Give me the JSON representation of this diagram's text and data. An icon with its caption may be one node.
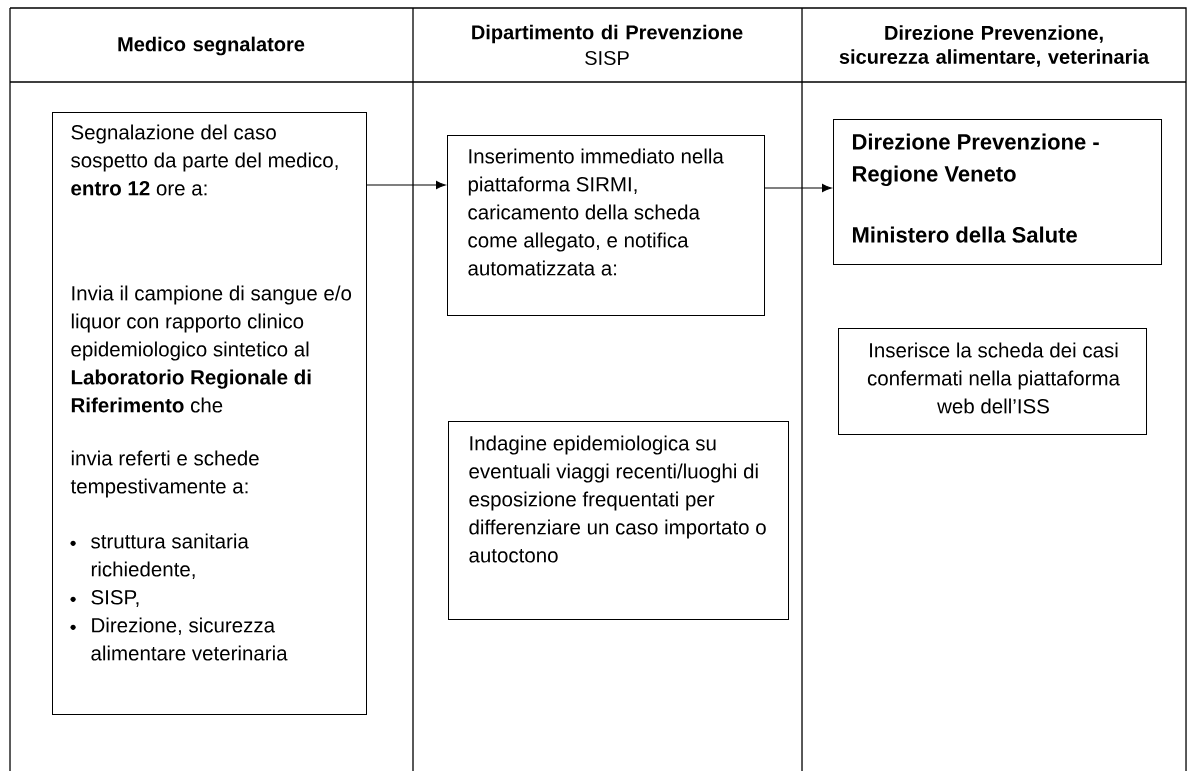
{
  "diagram": {
    "nodes": [
      {
        "text": [
          "Segnalazione del caso sospetto da parte del medico, **entro 12** ore a:",
          "Invia il campione di sangue e/o liquor con rapporto clinico epidemiologico sintetico al **Laboratorio Regionale di Riferimento** che",
          "invia referti e schede tempestivamente a:",
          "struttura sanitaria richiedente,",
          "SISP,",
          "Direzione, sicurezza alimentare veterinaria"
        ]
      },
      {
        "text": [
          "Inserimento immediato nella piattaforma SIRMI, caricamento della scheda come allegato, e  notifica automatizzata a:"
        ]
      },
      {
        "text": [
          "Direzione Prevenzione - Regione Veneto",
          "Ministero della Salute"
        ]
      },
      {
        "text": [
          "Indagine epidemiologica su eventuali viaggi recenti/luoghi di esposizione frequentati  per differenziare un caso importato o autoctono"
        ]
      },
      {
        "text": [
          "Inserisce la scheda dei casi confermati nella piattaforma web dell’ISS"
        ]
      }
    ],
    "edges": [
      {
        "from": 0,
        "to": 1,
        "arrow": "to"
      },
      {
        "from": 1,
        "to": 2,
        "arrow": "to"
      }
    ],
    "labels": [
      "Medico segnalatore",
      "Dipartimento di Prevenzione",
      "SISP",
      "Direzione Prevenzione, sicurezza alimentare, veterinaria"
    ]
  }
}
